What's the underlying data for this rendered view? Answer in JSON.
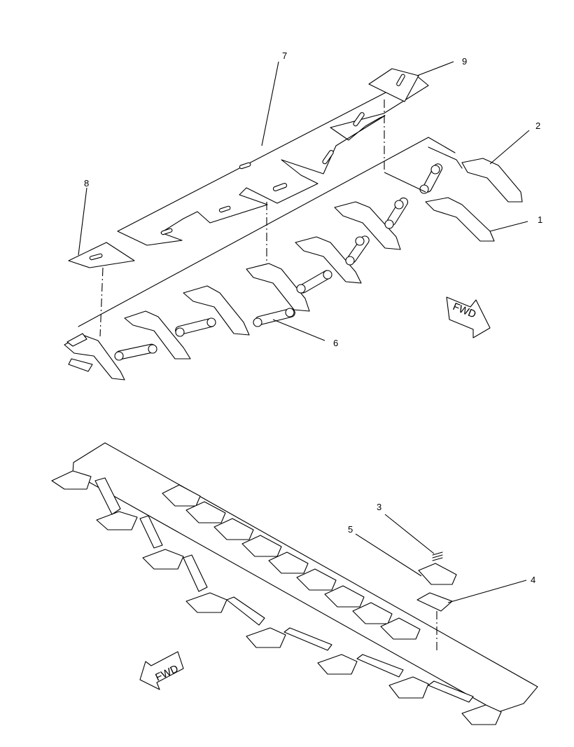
{
  "callouts": [
    {
      "id": "1",
      "label": "1"
    },
    {
      "id": "2",
      "label": "2"
    },
    {
      "id": "3",
      "label": "3"
    },
    {
      "id": "4",
      "label": "4"
    },
    {
      "id": "5",
      "label": "5"
    },
    {
      "id": "6",
      "label": "6"
    },
    {
      "id": "7",
      "label": "7"
    },
    {
      "id": "8",
      "label": "8"
    },
    {
      "id": "9",
      "label": "9"
    }
  ],
  "direction_markers": {
    "top": "FWD",
    "bottom": "FWD"
  }
}
